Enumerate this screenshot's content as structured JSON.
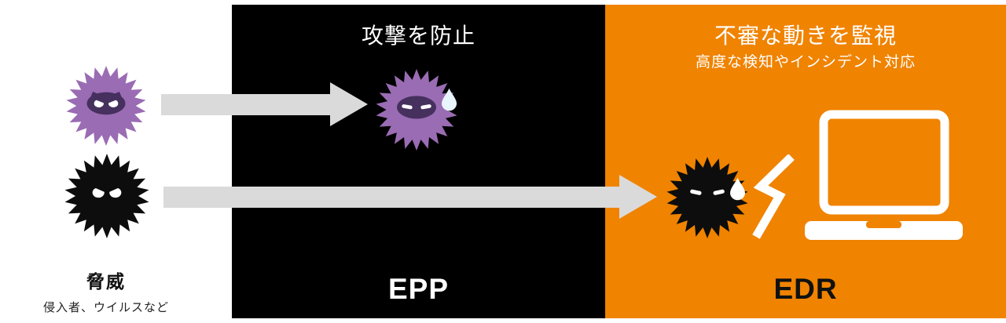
{
  "threat": {
    "title": "脅威",
    "subtitle": "侵入者、ウイルスなど"
  },
  "epp": {
    "heading": "攻撃を防止",
    "label": "EPP"
  },
  "edr": {
    "heading": "不審な動きを監視",
    "subheading": "高度な検知やインシデント対応",
    "label": "EDR"
  },
  "colors": {
    "epp_panel_bg": "#000000",
    "edr_panel_bg": "#f08300",
    "virus_purple": "#9a6cb4",
    "virus_purple_face": "#46305e",
    "virus_black": "#0d0d0d",
    "arrow_gray": "#dadada",
    "sweat_epp": "#e8f5fc",
    "sweat_edr": "#ffffff",
    "icon_white": "#ffffff"
  },
  "icons": {
    "threat_virus_purple": "virus-angry-purple-icon",
    "threat_virus_black": "virus-angry-black-icon",
    "blocked_virus": "virus-sweating-purple-icon",
    "detected_virus": "virus-sweating-black-icon",
    "shock": "shock-zigzag-icon",
    "laptop": "laptop-icon",
    "arrows": "arrow-right-icon"
  }
}
